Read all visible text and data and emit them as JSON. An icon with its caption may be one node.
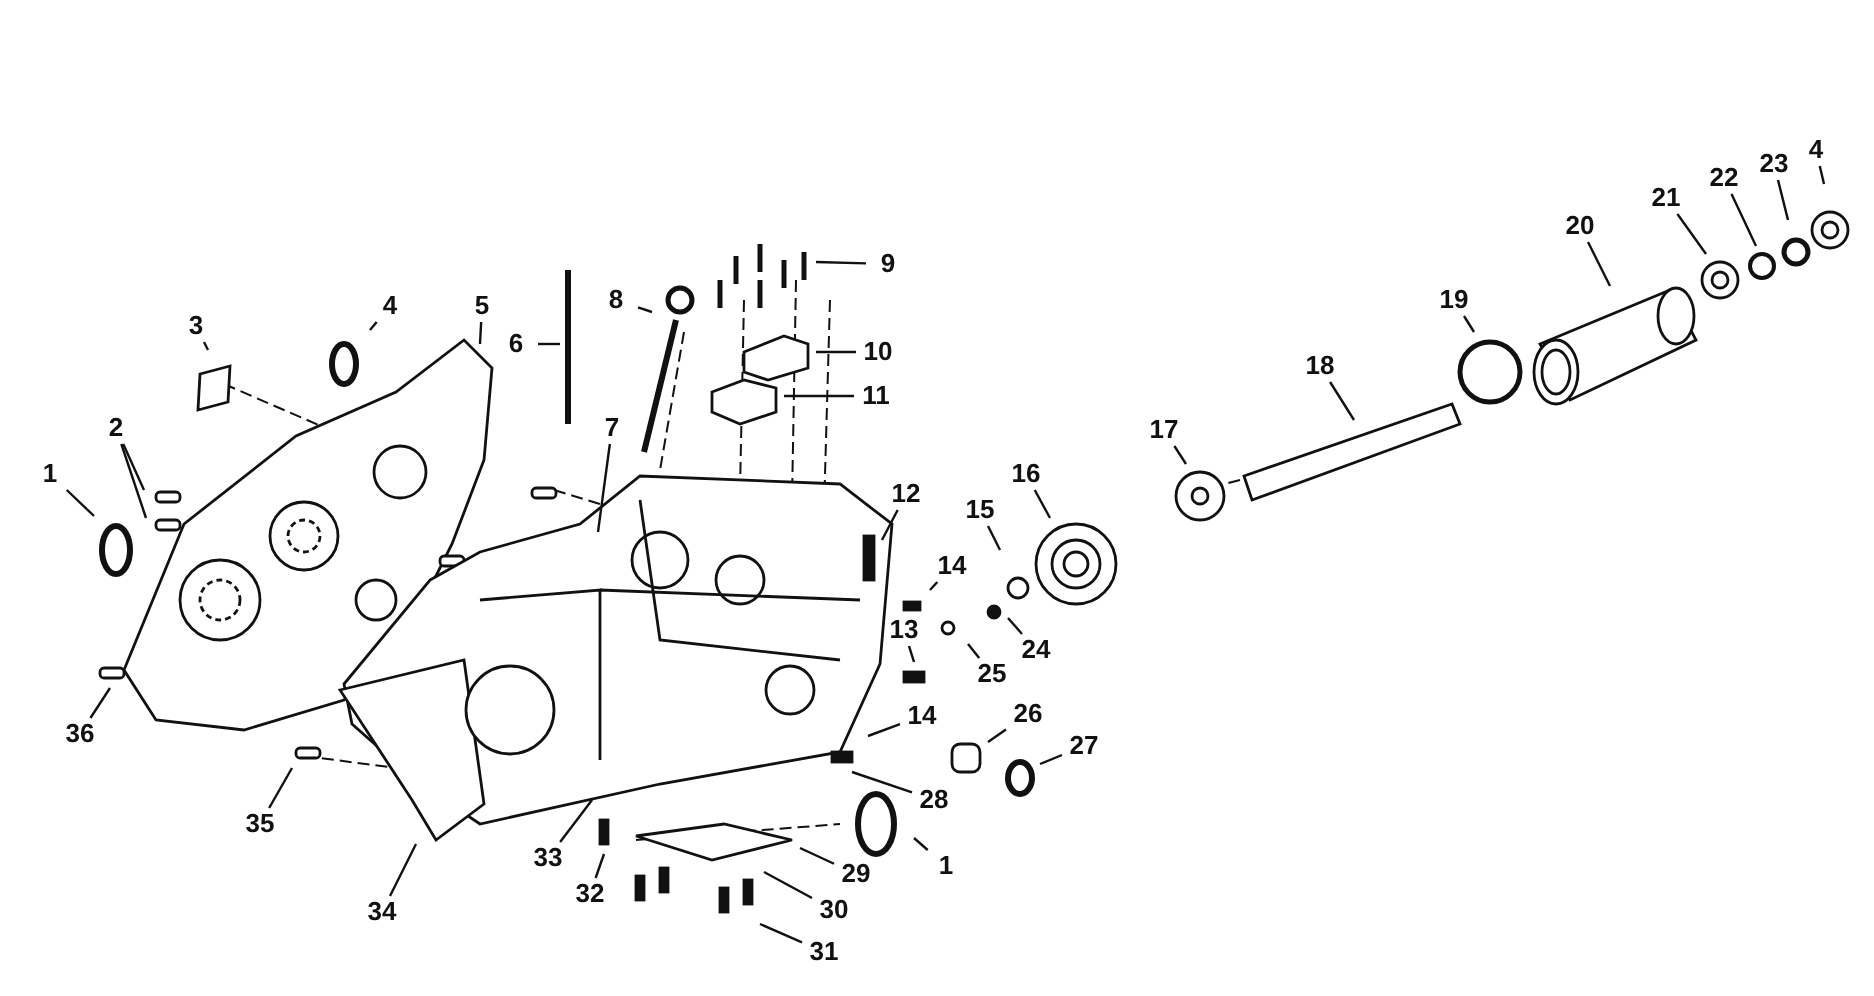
{
  "diagram": {
    "nodes": [
      {
        "text": [
          "1"
        ]
      },
      {
        "text": [
          "2"
        ]
      },
      {
        "text": [
          "3"
        ]
      },
      {
        "text": [
          "4"
        ]
      },
      {
        "text": [
          "5"
        ]
      },
      {
        "text": [
          "6"
        ]
      },
      {
        "text": [
          "7"
        ]
      },
      {
        "text": [
          "8"
        ]
      },
      {
        "text": [
          "9"
        ]
      },
      {
        "text": [
          "10"
        ]
      },
      {
        "text": [
          "11"
        ]
      },
      {
        "text": [
          "12"
        ]
      },
      {
        "text": [
          "13"
        ]
      },
      {
        "text": [
          "14"
        ]
      },
      {
        "text": [
          "14"
        ]
      },
      {
        "text": [
          "15"
        ]
      },
      {
        "text": [
          "16"
        ]
      },
      {
        "text": [
          "17"
        ]
      },
      {
        "text": [
          "18"
        ]
      },
      {
        "text": [
          "19"
        ]
      },
      {
        "text": [
          "20"
        ]
      },
      {
        "text": [
          "21"
        ]
      },
      {
        "text": [
          "22"
        ]
      },
      {
        "text": [
          "23"
        ]
      },
      {
        "text": [
          "4"
        ]
      },
      {
        "text": [
          "24"
        ]
      },
      {
        "text": [
          "25"
        ]
      },
      {
        "text": [
          "26"
        ]
      },
      {
        "text": [
          "27"
        ]
      },
      {
        "text": [
          "28"
        ]
      },
      {
        "text": [
          "29"
        ]
      },
      {
        "text": [
          "1"
        ]
      },
      {
        "text": [
          "30"
        ]
      },
      {
        "text": [
          "31"
        ]
      },
      {
        "text": [
          "32"
        ]
      },
      {
        "text": [
          "33"
        ]
      },
      {
        "text": [
          "34"
        ]
      },
      {
        "text": [
          "35"
        ]
      },
      {
        "text": [
          "36"
        ]
      }
    ],
    "edges": [
      {
        "from": 0,
        "to": null,
        "arrow": "none"
      },
      {
        "from": 1,
        "to": null,
        "arrow": "none"
      },
      {
        "from": 1,
        "to": null,
        "arrow": "none"
      },
      {
        "from": 2,
        "to": null,
        "arrow": "none"
      },
      {
        "from": 3,
        "to": null,
        "arrow": "none"
      },
      {
        "from": 4,
        "to": null,
        "arrow": "none"
      },
      {
        "from": 5,
        "to": null,
        "arrow": "none"
      },
      {
        "from": 6,
        "to": null,
        "arrow": "none"
      },
      {
        "from": 7,
        "to": null,
        "arrow": "none"
      },
      {
        "from": 8,
        "to": null,
        "arrow": "none"
      },
      {
        "from": 9,
        "to": null,
        "arrow": "none"
      },
      {
        "from": 10,
        "to": null,
        "arrow": "none"
      },
      {
        "from": 11,
        "to": null,
        "arrow": "none"
      },
      {
        "from": 12,
        "to": null,
        "arrow": "none"
      },
      {
        "from": 13,
        "to": null,
        "arrow": "none"
      },
      {
        "from": 14,
        "to": null,
        "arrow": "none"
      },
      {
        "from": 15,
        "to": null,
        "arrow": "none"
      },
      {
        "from": 16,
        "to": null,
        "arrow": "none"
      },
      {
        "from": 17,
        "to": null,
        "arrow": "none"
      },
      {
        "from": 18,
        "to": null,
        "arrow": "none"
      },
      {
        "from": 19,
        "to": null,
        "arrow": "none"
      },
      {
        "from": 20,
        "to": null,
        "arrow": "none"
      },
      {
        "from": 21,
        "to": null,
        "arrow": "none"
      },
      {
        "from": 22,
        "to": null,
        "arrow": "none"
      },
      {
        "from": 23,
        "to": null,
        "arrow": "none"
      },
      {
        "from": 24,
        "to": null,
        "arrow": "none"
      },
      {
        "from": 25,
        "to": null,
        "arrow": "none"
      },
      {
        "from": 26,
        "to": null,
        "arrow": "none"
      },
      {
        "from": 27,
        "to": null,
        "arrow": "none"
      },
      {
        "from": 28,
        "to": null,
        "arrow": "none"
      },
      {
        "from": 29,
        "to": null,
        "arrow": "none"
      },
      {
        "from": 30,
        "to": null,
        "arrow": "none"
      },
      {
        "from": 31,
        "to": null,
        "arrow": "none"
      },
      {
        "from": 32,
        "to": null,
        "arrow": "none"
      },
      {
        "from": 33,
        "to": null,
        "arrow": "none"
      },
      {
        "from": 34,
        "to": null,
        "arrow": "none"
      },
      {
        "from": 35,
        "to": null,
        "arrow": "none"
      },
      {
        "from": 36,
        "to": null,
        "arrow": "none"
      },
      {
        "from": 37,
        "to": null,
        "arrow": "none"
      },
      {
        "from": 38,
        "to": null,
        "arrow": "none"
      }
    ]
  }
}
